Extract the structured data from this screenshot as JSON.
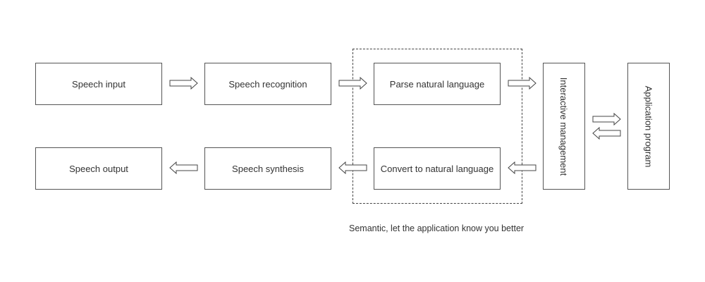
{
  "nodes": {
    "speech_input": "Speech input",
    "speech_recognition": "Speech recognition",
    "parse_nl": "Parse natural language",
    "interactive_mgmt": "Interactive management",
    "application_program": "Application program",
    "speech_output": "Speech output",
    "speech_synthesis": "Speech synthesis",
    "convert_nl": "Convert to natural language"
  },
  "caption": "Semantic, let the application know you better"
}
